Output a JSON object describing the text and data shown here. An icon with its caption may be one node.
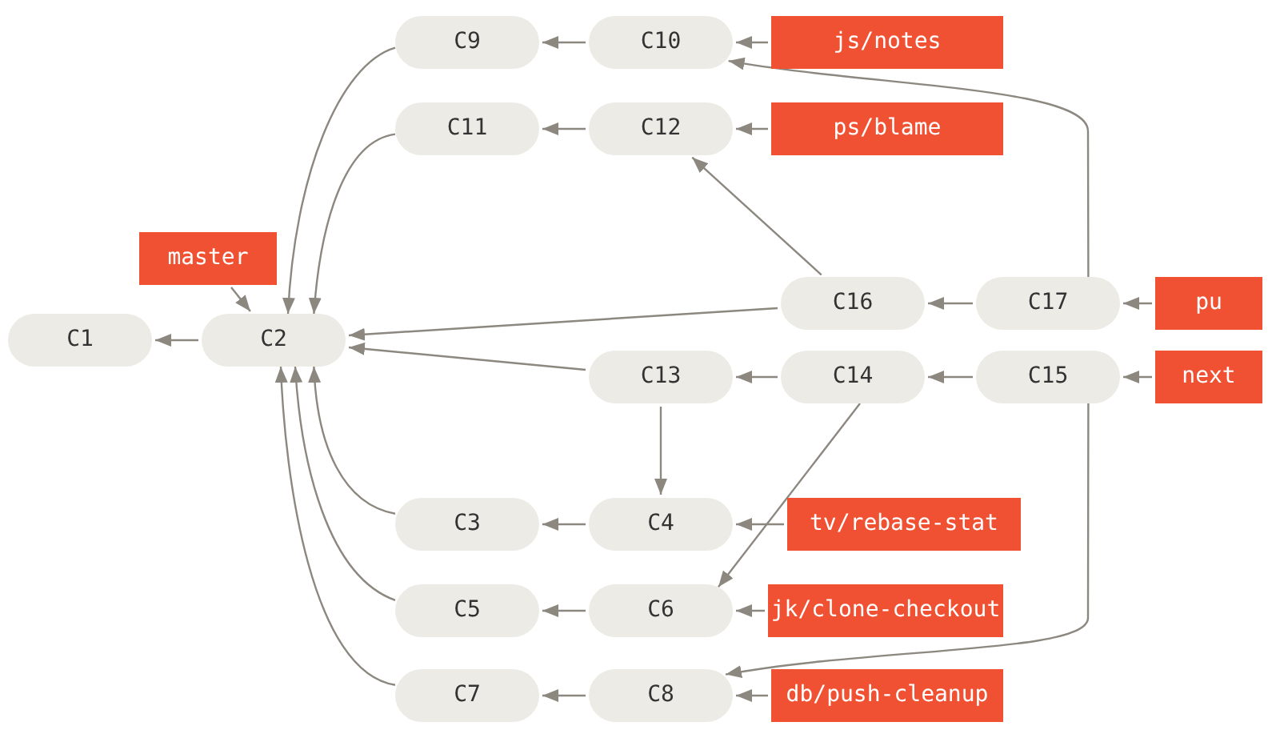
{
  "diagram": {
    "nodes": [
      {
        "text": [
          "C9"
        ]
      },
      {
        "text": [
          "C10"
        ]
      },
      {
        "text": [
          "js/notes"
        ]
      },
      {
        "text": [
          "C11"
        ]
      },
      {
        "text": [
          "C12"
        ]
      },
      {
        "text": [
          "ps/blame"
        ]
      },
      {
        "text": [
          "master"
        ]
      },
      {
        "text": [
          "C16"
        ]
      },
      {
        "text": [
          "C17"
        ]
      },
      {
        "text": [
          "pu"
        ]
      },
      {
        "text": [
          "C1"
        ]
      },
      {
        "text": [
          "C2"
        ]
      },
      {
        "text": [
          "C13"
        ]
      },
      {
        "text": [
          "C14"
        ]
      },
      {
        "text": [
          "C15"
        ]
      },
      {
        "text": [
          "next"
        ]
      },
      {
        "text": [
          "C3"
        ]
      },
      {
        "text": [
          "C4"
        ]
      },
      {
        "text": [
          "tv/rebase-stat"
        ]
      },
      {
        "text": [
          "C5"
        ]
      },
      {
        "text": [
          "C6"
        ]
      },
      {
        "text": [
          "jk/clone-checkout"
        ]
      },
      {
        "text": [
          "C7"
        ]
      },
      {
        "text": [
          "C8"
        ]
      },
      {
        "text": [
          "db/push-cleanup"
        ]
      }
    ],
    "edges": [
      {
        "from": 1,
        "to": 0,
        "arrow": "to"
      },
      {
        "from": 2,
        "to": 1,
        "arrow": "to"
      },
      {
        "from": 0,
        "to": 11,
        "arrow": "to"
      },
      {
        "from": 4,
        "to": 3,
        "arrow": "to"
      },
      {
        "from": 5,
        "to": 4,
        "arrow": "to"
      },
      {
        "from": 3,
        "to": 11,
        "arrow": "to"
      },
      {
        "from": 6,
        "to": 11,
        "arrow": "to"
      },
      {
        "from": 11,
        "to": 10,
        "arrow": "to"
      },
      {
        "from": 7,
        "to": 11,
        "arrow": "to"
      },
      {
        "from": 7,
        "to": 4,
        "arrow": "to"
      },
      {
        "from": 8,
        "to": 7,
        "arrow": "to"
      },
      {
        "from": 8,
        "to": 1,
        "arrow": "to"
      },
      {
        "from": 9,
        "to": 8,
        "arrow": "to"
      },
      {
        "from": 12,
        "to": 11,
        "arrow": "to"
      },
      {
        "from": 13,
        "to": 12,
        "arrow": "to"
      },
      {
        "from": 14,
        "to": 13,
        "arrow": "to"
      },
      {
        "from": 15,
        "to": 14,
        "arrow": "to"
      },
      {
        "from": 12,
        "to": 17,
        "arrow": "to"
      },
      {
        "from": 16,
        "to": 11,
        "arrow": "to"
      },
      {
        "from": 17,
        "to": 16,
        "arrow": "to"
      },
      {
        "from": 18,
        "to": 17,
        "arrow": "to"
      },
      {
        "from": 13,
        "to": 20,
        "arrow": "to"
      },
      {
        "from": 19,
        "to": 11,
        "arrow": "to"
      },
      {
        "from": 20,
        "to": 19,
        "arrow": "to"
      },
      {
        "from": 21,
        "to": 20,
        "arrow": "to"
      },
      {
        "from": 14,
        "to": 23,
        "arrow": "to"
      },
      {
        "from": 22,
        "to": 11,
        "arrow": "to"
      },
      {
        "from": 23,
        "to": 22,
        "arrow": "to"
      },
      {
        "from": 24,
        "to": 23,
        "arrow": "to"
      }
    ]
  }
}
